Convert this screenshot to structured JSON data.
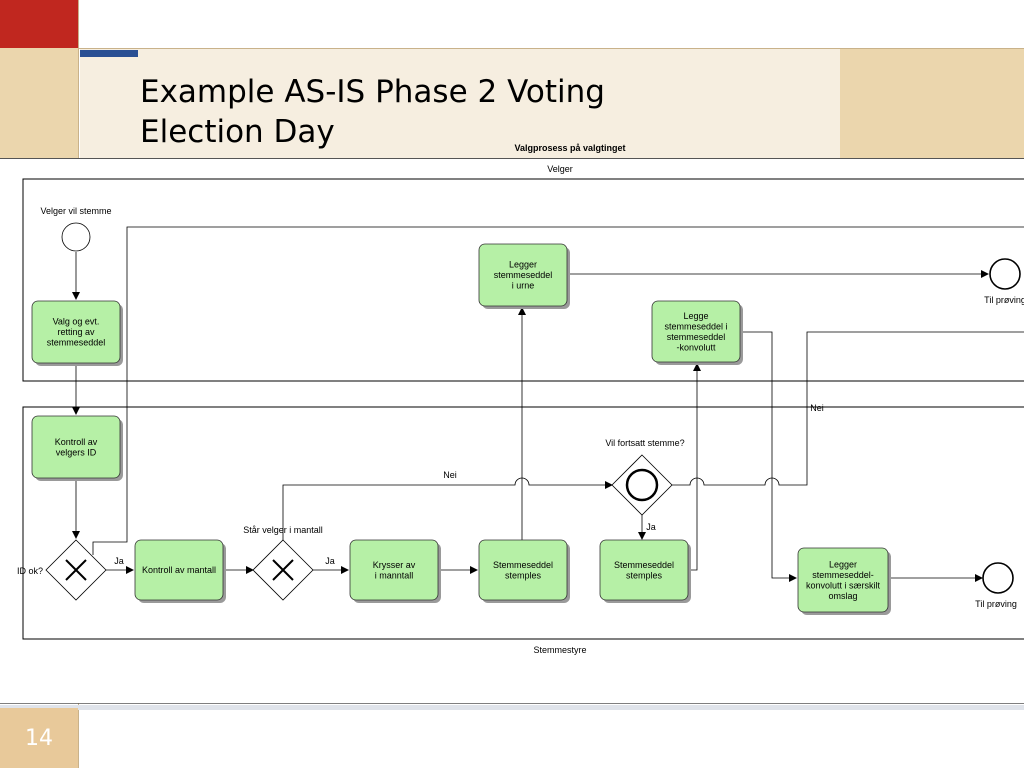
{
  "slide": {
    "title_line1": "Example AS-IS Phase 2 Voting",
    "title_line2": "Election Day",
    "slide_number": "14",
    "colors": {
      "red": "#c0271f",
      "tan": "#ebd6ad",
      "cream": "#f6eee0",
      "blue": "#2a4f93",
      "task_fill": "#b6f0a6",
      "task_stroke": "#333333"
    }
  },
  "diagram": {
    "title": "Valgprosess på valgtinget",
    "pools": {
      "top": "Velger",
      "bottom": "Stemmestyre"
    },
    "events": {
      "start_label": "Velger vil stemme",
      "end_top_label": "Til prøving",
      "end_bottom_label": "Til prøving"
    },
    "tasks": {
      "valg": "Valg og evt.|retting av|stemmeseddel",
      "kontroll_id": "Kontroll av|velgers ID",
      "kontroll_mantall": "Kontroll av mantall",
      "krysser": "Krysser av|i manntall",
      "stemples1": "Stemmeseddel|stemples",
      "stemples2": "Stemmeseddel|stemples",
      "legger_urne": "Legger|stemmeseddel|i urne",
      "legge_konvolutt": "Legge|stemmeseddel i|stemmeseddel|-konvolutt",
      "legger_omslag": "Legger|stemmeseddel-|konvolutt i særskilt|omslag"
    },
    "gateways": {
      "id_ok": "ID ok?",
      "star_velger": "Står velger i mantall",
      "vil_fortsatt": "Vil fortsatt stemme?"
    },
    "flow_labels": {
      "ja1": "Ja",
      "ja2": "Ja",
      "ja3": "Ja",
      "nei1": "Nei",
      "nei2": "Nei"
    }
  }
}
